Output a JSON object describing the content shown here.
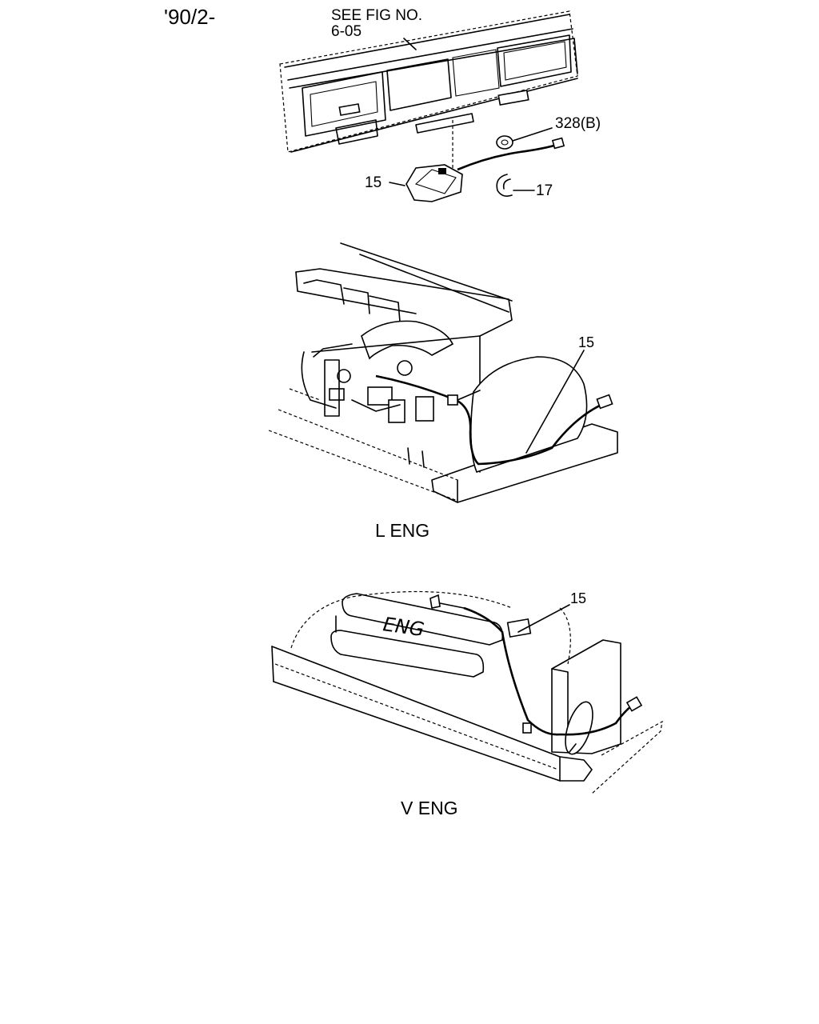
{
  "header": {
    "date_code": "'90/2-",
    "see_fig_line1": "SEE FIG NO.",
    "see_fig_line2": "6-05"
  },
  "top_view": {
    "callouts": {
      "part_328b": "328(B)",
      "part_15": "15",
      "part_17": "17"
    }
  },
  "l_engine_view": {
    "caption": "L ENG",
    "callout_15": "15"
  },
  "v_engine_view": {
    "caption": "V ENG",
    "engine_mark": "ENG",
    "callout_15": "15"
  }
}
